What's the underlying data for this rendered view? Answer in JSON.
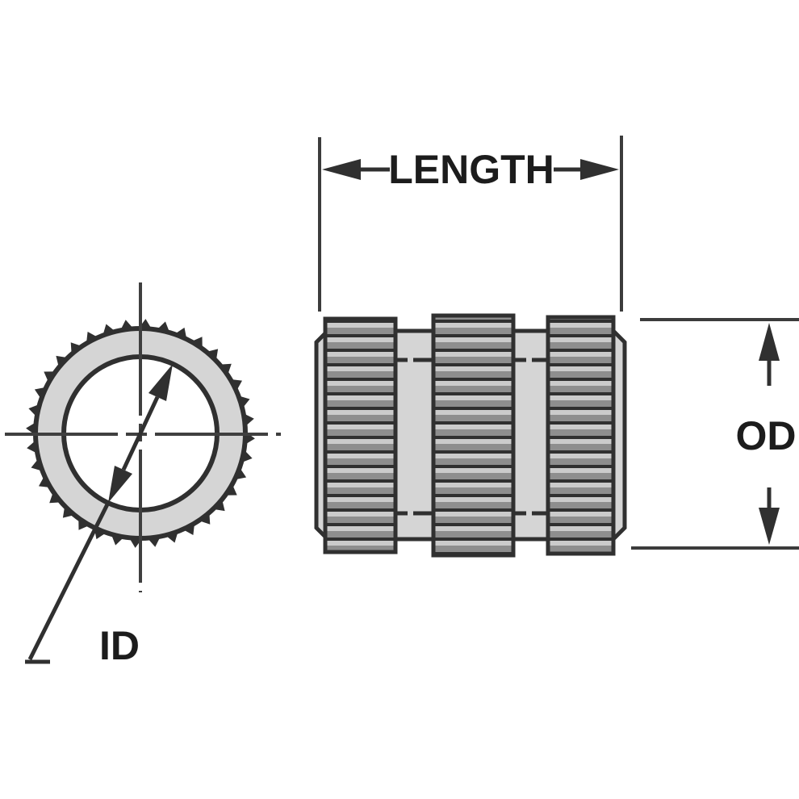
{
  "drawing": {
    "labels": {
      "length": "LENGTH",
      "od": "OD",
      "id": "ID"
    }
  },
  "colors": {
    "background": "#ffffff",
    "ink": "#303030",
    "fill": "#d5d5d5",
    "knurl_light": "#cbcbcb",
    "knurl_mid": "#8e8e8e",
    "centerline": "#3f3f3f",
    "dim": "#3c3c3c",
    "text": "#1c1c1c"
  }
}
